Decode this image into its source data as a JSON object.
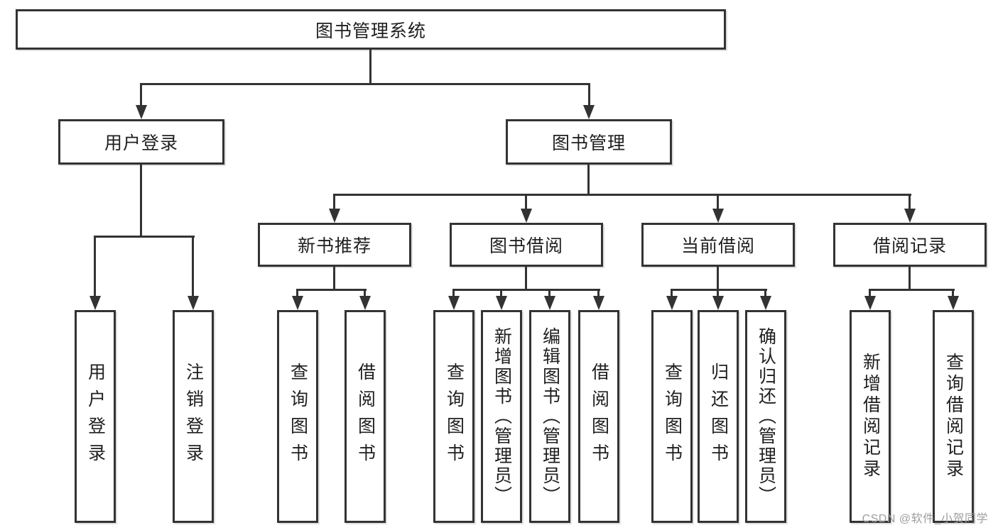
{
  "root": {
    "label": "图书管理系统"
  },
  "level1": [
    {
      "label": "用户登录"
    },
    {
      "label": "图书管理"
    }
  ],
  "level2": [
    {
      "label": "新书推荐"
    },
    {
      "label": "图书借阅"
    },
    {
      "label": "当前借阅"
    },
    {
      "label": "借阅记录"
    }
  ],
  "leaves": [
    {
      "label": "用户登录"
    },
    {
      "label": "注销登录"
    },
    {
      "label": "查询图书"
    },
    {
      "label": "借阅图书"
    },
    {
      "label": "查询图书"
    },
    {
      "label": "新增图书（管理员）"
    },
    {
      "label": "编辑图书（管理员）"
    },
    {
      "label": "借阅图书"
    },
    {
      "label": "查询图书"
    },
    {
      "label": "归还图书"
    },
    {
      "label": "确认归还（管理员）"
    },
    {
      "label": "新增借阅记录"
    },
    {
      "label": "查询借阅记录"
    }
  ],
  "watermark": {
    "text": "CSDN @软件_小贺同学"
  },
  "colors": {
    "line": "#333333",
    "box_border": "#333333",
    "box_background": "#ffffff",
    "text": "#1f1f1f",
    "watermark": "#9e9e9e",
    "page_background": "#ffffff"
  }
}
